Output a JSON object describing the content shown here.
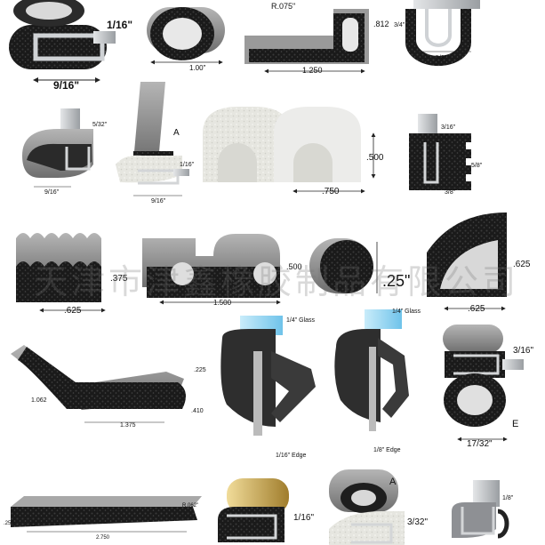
{
  "catalog": {
    "watermark": "天津市津鑫橡胶制品有限公司",
    "colors": {
      "rubber": "#2a2a2a",
      "sponge": "#111111",
      "metal": "#b8bcc0",
      "white_rubber": "#e9e9e4",
      "glass": "#9fd8f2",
      "gold": "#c9a64a",
      "dim": "#222222"
    },
    "profiles": [
      {
        "id": "p1",
        "labels": [
          "1/16\"",
          "9/16\""
        ]
      },
      {
        "id": "p2",
        "labels": [
          "1.00\""
        ]
      },
      {
        "id": "p3",
        "labels": [
          "R.075\"",
          ".812",
          "1.250"
        ]
      },
      {
        "id": "p4",
        "labels": [
          "3/4\"",
          "5/8\""
        ]
      },
      {
        "id": "p5",
        "labels": [
          "5/32\"",
          "9/16\""
        ]
      },
      {
        "id": "p6",
        "labels": [
          "A",
          "1/16\"",
          "9/16\""
        ]
      },
      {
        "id": "p7",
        "labels": [
          ".500",
          ".750"
        ]
      },
      {
        "id": "p8",
        "labels": [
          "3/16\"",
          "5/8\"",
          "3/8\""
        ]
      },
      {
        "id": "p9",
        "labels": [
          ".375",
          ".625"
        ]
      },
      {
        "id": "p10",
        "labels": [
          ".500",
          "1.500"
        ]
      },
      {
        "id": "p11",
        "labels": [
          ".25\""
        ]
      },
      {
        "id": "p12",
        "labels": [
          ".625",
          ".625"
        ]
      },
      {
        "id": "p13",
        "labels": [
          ".225",
          "1.062",
          "1.375",
          ".410"
        ]
      },
      {
        "id": "p14",
        "labels": [
          "1/4\" Glass",
          "1/16\" Edge"
        ]
      },
      {
        "id": "p15",
        "labels": [
          "1/4\" Glass",
          "1/8\" Edge"
        ]
      },
      {
        "id": "p16",
        "labels": [
          "3/16\"",
          "E",
          "17/32\""
        ]
      },
      {
        "id": "p17",
        "labels": [
          "R.062\"",
          ".250",
          "2.750"
        ]
      },
      {
        "id": "p18",
        "labels": [
          "1/16\""
        ]
      },
      {
        "id": "p19",
        "labels": [
          "A",
          "3/32\""
        ]
      },
      {
        "id": "p20",
        "labels": [
          "1/8\""
        ]
      }
    ]
  }
}
